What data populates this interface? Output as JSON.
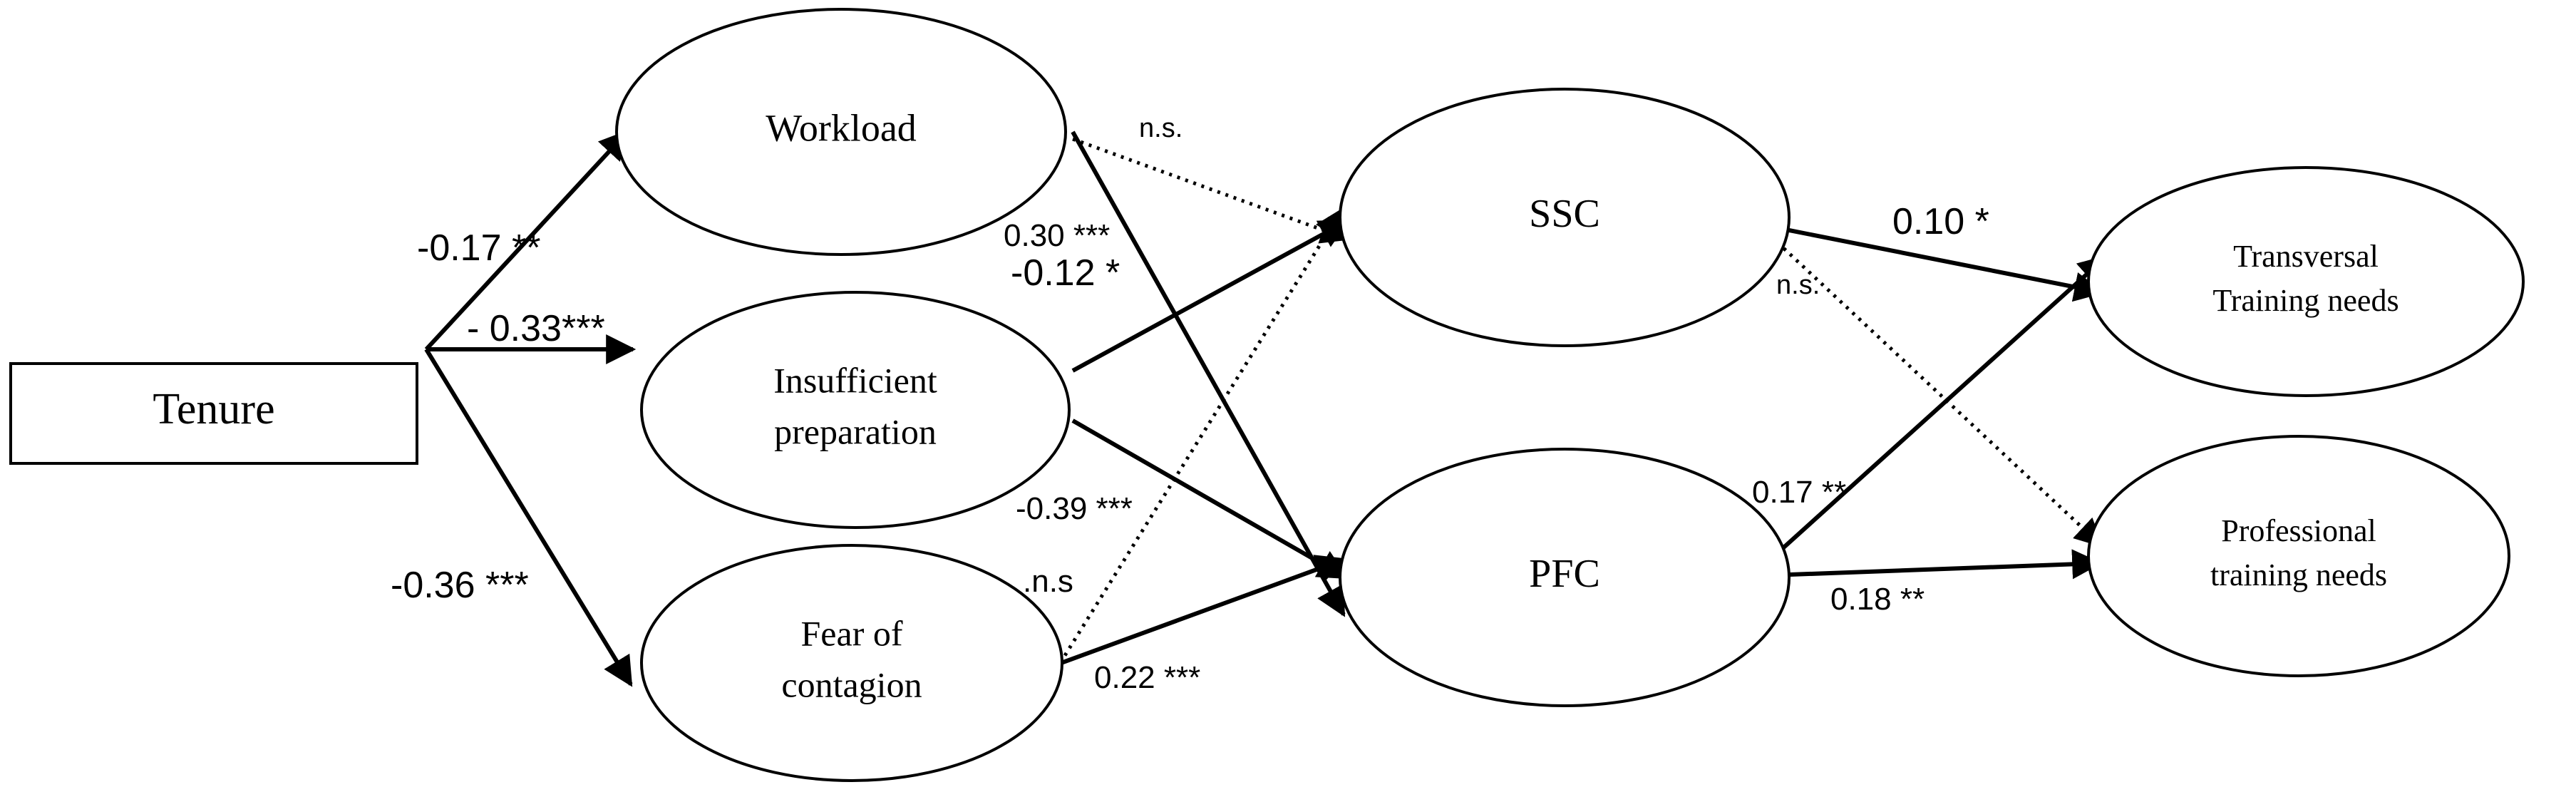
{
  "nodes": [
    {
      "id": "tenure",
      "label_lines": [
        "Tenure"
      ],
      "shape": "rect"
    },
    {
      "id": "workload",
      "label_lines": [
        "Workload"
      ],
      "shape": "ellipse"
    },
    {
      "id": "insufficient-preparation",
      "label_lines": [
        "Insufficient",
        "preparation"
      ],
      "shape": "ellipse"
    },
    {
      "id": "fear-of-contagion",
      "label_lines": [
        "Fear of",
        "contagion"
      ],
      "shape": "ellipse"
    },
    {
      "id": "ssc",
      "label_lines": [
        "SSC"
      ],
      "shape": "ellipse"
    },
    {
      "id": "pfc",
      "label_lines": [
        "PFC"
      ],
      "shape": "ellipse"
    },
    {
      "id": "transversal-training-needs",
      "label_lines": [
        "Transversal",
        "Training needs"
      ],
      "shape": "ellipse"
    },
    {
      "id": "professional-training-needs",
      "label_lines": [
        "Professional",
        "training needs"
      ],
      "shape": "ellipse"
    }
  ],
  "edges": [
    {
      "id": "tenure-workload",
      "from": "tenure",
      "to": "workload",
      "label": "-0.17 **",
      "style": "solid"
    },
    {
      "id": "tenure-insufficient-preparation",
      "from": "tenure",
      "to": "insufficient-preparation",
      "label": "- 0.33***",
      "style": "solid"
    },
    {
      "id": "tenure-fear-of-contagion",
      "from": "tenure",
      "to": "fear-of-contagion",
      "label": "-0.36 ***",
      "style": "solid"
    },
    {
      "id": "workload-ssc",
      "from": "workload",
      "to": "ssc",
      "label": "n.s.",
      "style": "dotted"
    },
    {
      "id": "workload-pfc",
      "from": "workload",
      "to": "pfc",
      "label": "0.30 ***",
      "style": "solid"
    },
    {
      "id": "insufficient-preparation-ssc",
      "from": "insufficient-preparation",
      "to": "ssc",
      "label": "-0.12 *",
      "style": "solid"
    },
    {
      "id": "insufficient-preparation-pfc",
      "from": "insufficient-preparation",
      "to": "pfc",
      "label": "-0.39 ***",
      "style": "solid"
    },
    {
      "id": "fear-of-contagion-ssc",
      "from": "fear-of-contagion",
      "to": "ssc",
      "label": ".n.s",
      "style": "dotted"
    },
    {
      "id": "fear-of-contagion-pfc",
      "from": "fear-of-contagion",
      "to": "pfc",
      "label": "0.22 ***",
      "style": "solid"
    },
    {
      "id": "ssc-transversal-training-needs",
      "from": "ssc",
      "to": "transversal-training-needs",
      "label": "0.10 *",
      "style": "solid"
    },
    {
      "id": "ssc-professional-training-needs",
      "from": "ssc",
      "to": "professional-training-needs",
      "label": "n.s.",
      "style": "dotted"
    },
    {
      "id": "pfc-transversal-training-needs",
      "from": "pfc",
      "to": "transversal-training-needs",
      "label": "0.17 **",
      "style": "solid"
    },
    {
      "id": "pfc-professional-training-needs",
      "from": "pfc",
      "to": "professional-training-needs",
      "label": "0.18 **",
      "style": "solid"
    }
  ]
}
